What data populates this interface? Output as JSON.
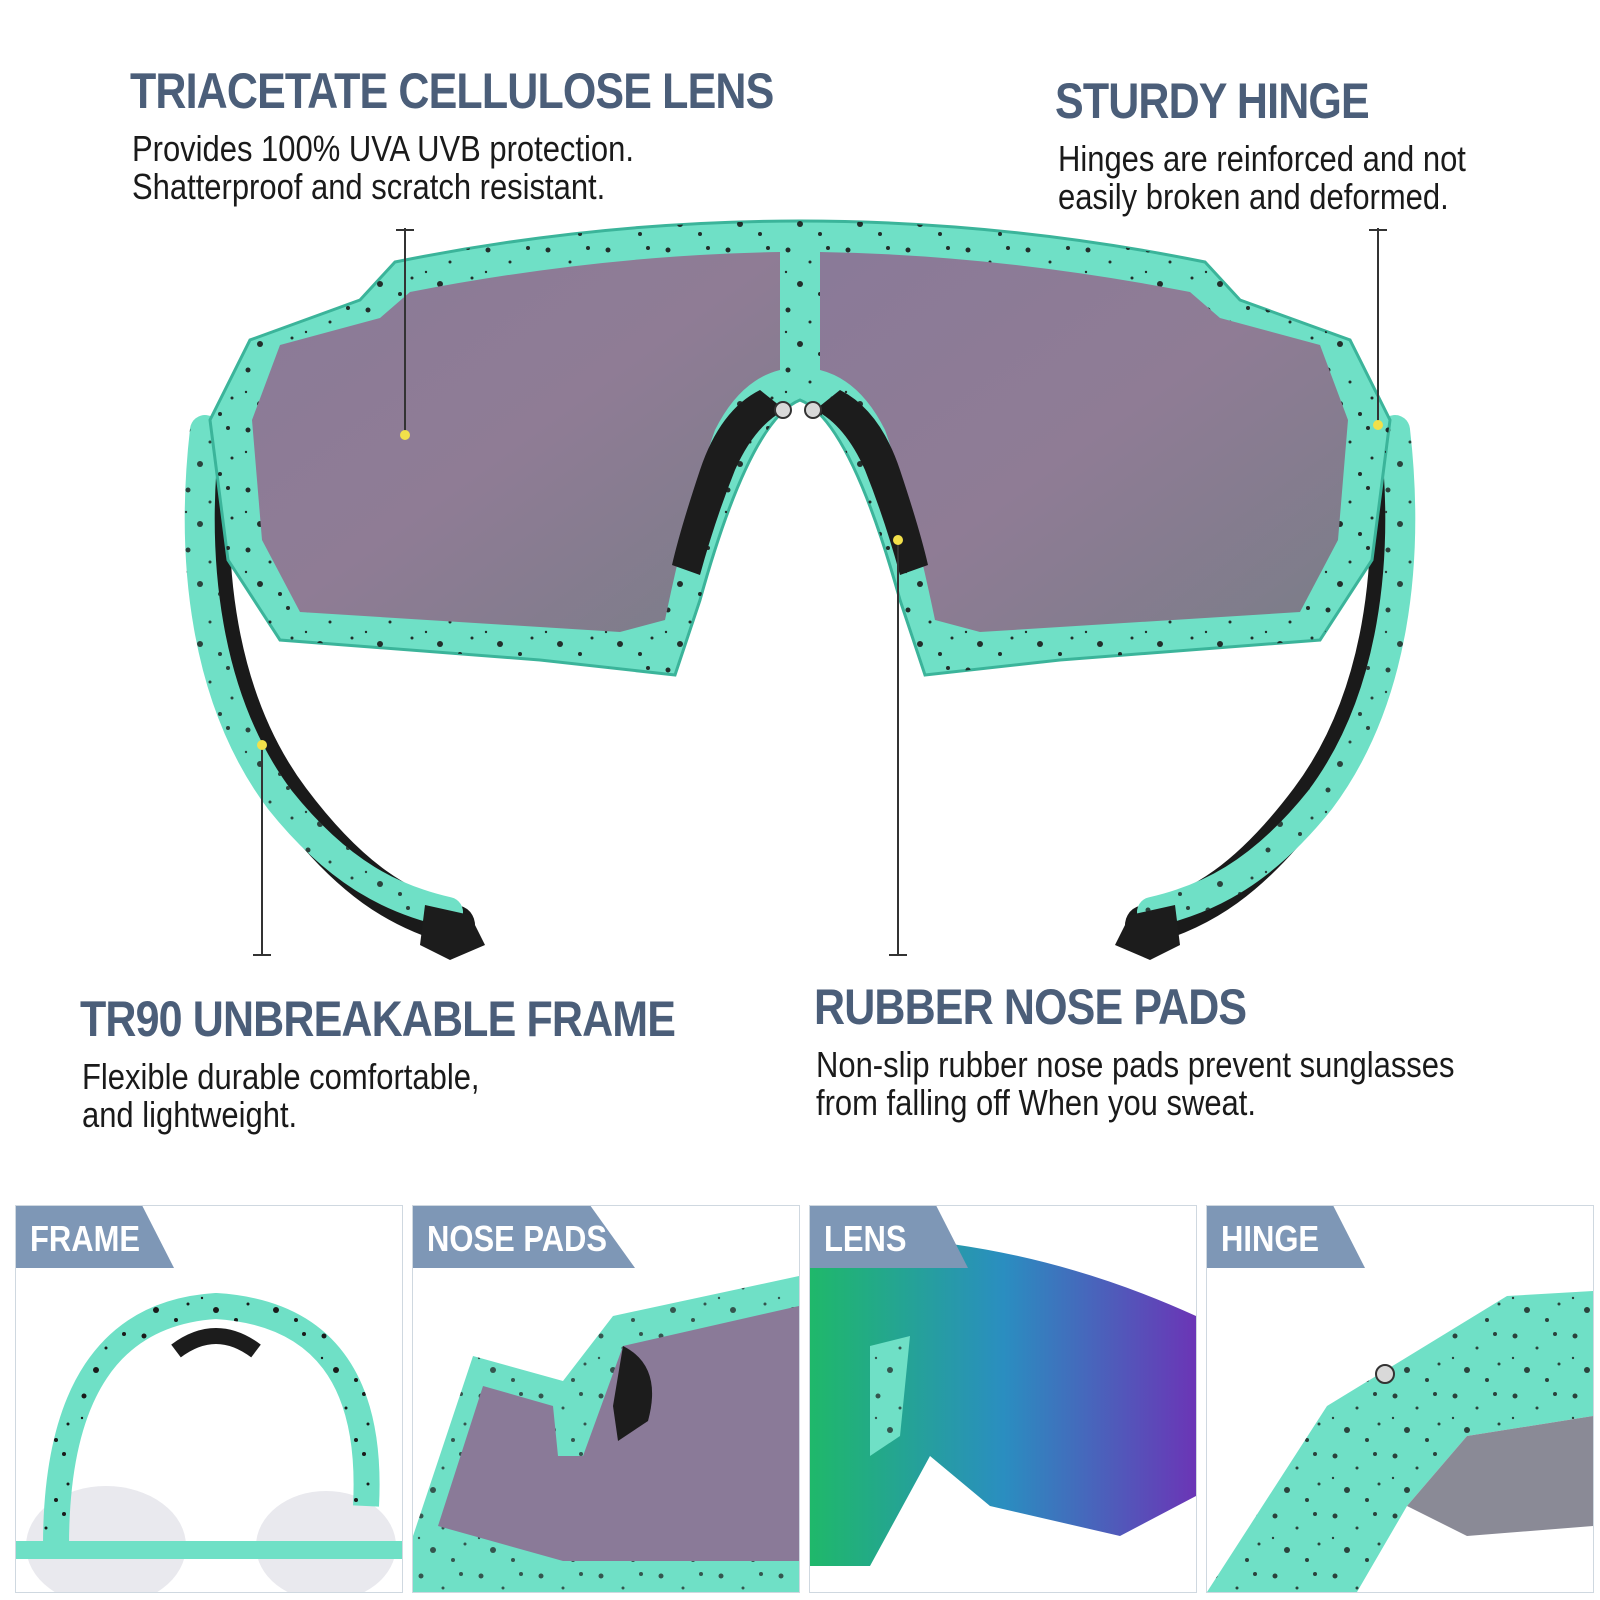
{
  "callouts": {
    "lens": {
      "heading": "TRIACETATE CELLULOSE LENS",
      "lines": [
        "Provides 100% UVA UVB protection.",
        "Shatterproof and scratch resistant."
      ]
    },
    "hinge": {
      "heading": "STURDY HINGE",
      "lines": [
        "Hinges are reinforced and not",
        "easily broken and deformed."
      ]
    },
    "frame": {
      "heading": "TR90 UNBREAKABLE FRAME",
      "lines": [
        "Flexible durable comfortable,",
        "and lightweight."
      ]
    },
    "nose_pads": {
      "heading": "RUBBER NOSE PADS",
      "lines": [
        "Non-slip rubber nose pads prevent sunglasses",
        "from falling off When you sweat."
      ]
    }
  },
  "panels": [
    {
      "label": "FRAME"
    },
    {
      "label": "NOSE PADS"
    },
    {
      "label": "LENS"
    },
    {
      "label": "HINGE"
    }
  ],
  "colors": {
    "heading": "#4b5e79",
    "frame_mint": "#6fe0c6",
    "lens_purple": "#8a7a96",
    "pointer_dot": "#f2e04a",
    "tag_blue": "#7e97b6"
  }
}
